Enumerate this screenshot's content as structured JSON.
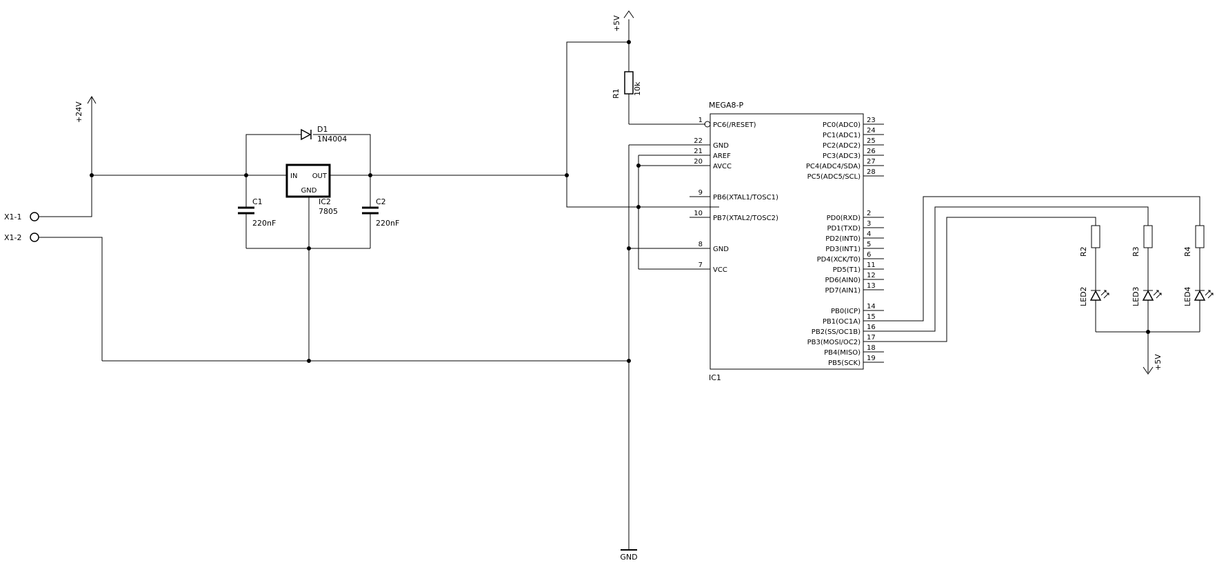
{
  "power": {
    "vcc24": "+24V",
    "vcc5_top": "+5V",
    "vcc5_led": "+5V",
    "gnd": "GND"
  },
  "connector": {
    "x1_1": "X1-1",
    "x1_2": "X1-2"
  },
  "diode": {
    "name": "D1",
    "value": "1N4004"
  },
  "regulator": {
    "name": "IC2",
    "value": "7805",
    "pin_in": "IN",
    "pin_out": "OUT",
    "pin_gnd": "GND"
  },
  "capacitors": {
    "c1": {
      "name": "C1",
      "value": "220nF"
    },
    "c2": {
      "name": "C2",
      "value": "220nF"
    }
  },
  "resistor_r1": {
    "name": "R1",
    "value": "10k"
  },
  "mcu": {
    "part": "MEGA8-P",
    "name": "IC1",
    "left_pins": [
      {
        "num": "1",
        "label": "PC6(/RESET)"
      },
      {
        "num": "22",
        "label": "GND"
      },
      {
        "num": "21",
        "label": "AREF"
      },
      {
        "num": "20",
        "label": "AVCC"
      },
      {
        "num": "9",
        "label": "PB6(XTAL1/TOSC1)"
      },
      {
        "num": "10",
        "label": "PB7(XTAL2/TOSC2)"
      },
      {
        "num": "8",
        "label": "GND"
      },
      {
        "num": "7",
        "label": "VCC"
      }
    ],
    "right_pins": [
      {
        "num": "23",
        "label": "PC0(ADC0)"
      },
      {
        "num": "24",
        "label": "PC1(ADC1)"
      },
      {
        "num": "25",
        "label": "PC2(ADC2)"
      },
      {
        "num": "26",
        "label": "PC3(ADC3)"
      },
      {
        "num": "27",
        "label": "PC4(ADC4/SDA)"
      },
      {
        "num": "28",
        "label": "PC5(ADC5/SCL)"
      },
      {
        "num": "2",
        "label": "PD0(RXD)"
      },
      {
        "num": "3",
        "label": "PD1(TXD)"
      },
      {
        "num": "4",
        "label": "PD2(INT0)"
      },
      {
        "num": "5",
        "label": "PD3(INT1)"
      },
      {
        "num": "6",
        "label": "PD4(XCK/T0)"
      },
      {
        "num": "11",
        "label": "PD5(T1)"
      },
      {
        "num": "12",
        "label": "PD6(AIN0)"
      },
      {
        "num": "13",
        "label": "PD7(AIN1)"
      },
      {
        "num": "14",
        "label": "PB0(ICP)"
      },
      {
        "num": "15",
        "label": "PB1(OC1A)"
      },
      {
        "num": "16",
        "label": "PB2(SS/OC1B)"
      },
      {
        "num": "17",
        "label": "PB3(MOSI/OC2)"
      },
      {
        "num": "18",
        "label": "PB4(MISO)"
      },
      {
        "num": "19",
        "label": "PB5(SCK)"
      }
    ]
  },
  "leds": [
    {
      "resistor": "R2",
      "led": "LED2"
    },
    {
      "resistor": "R3",
      "led": "LED3"
    },
    {
      "resistor": "R4",
      "led": "LED4"
    }
  ]
}
